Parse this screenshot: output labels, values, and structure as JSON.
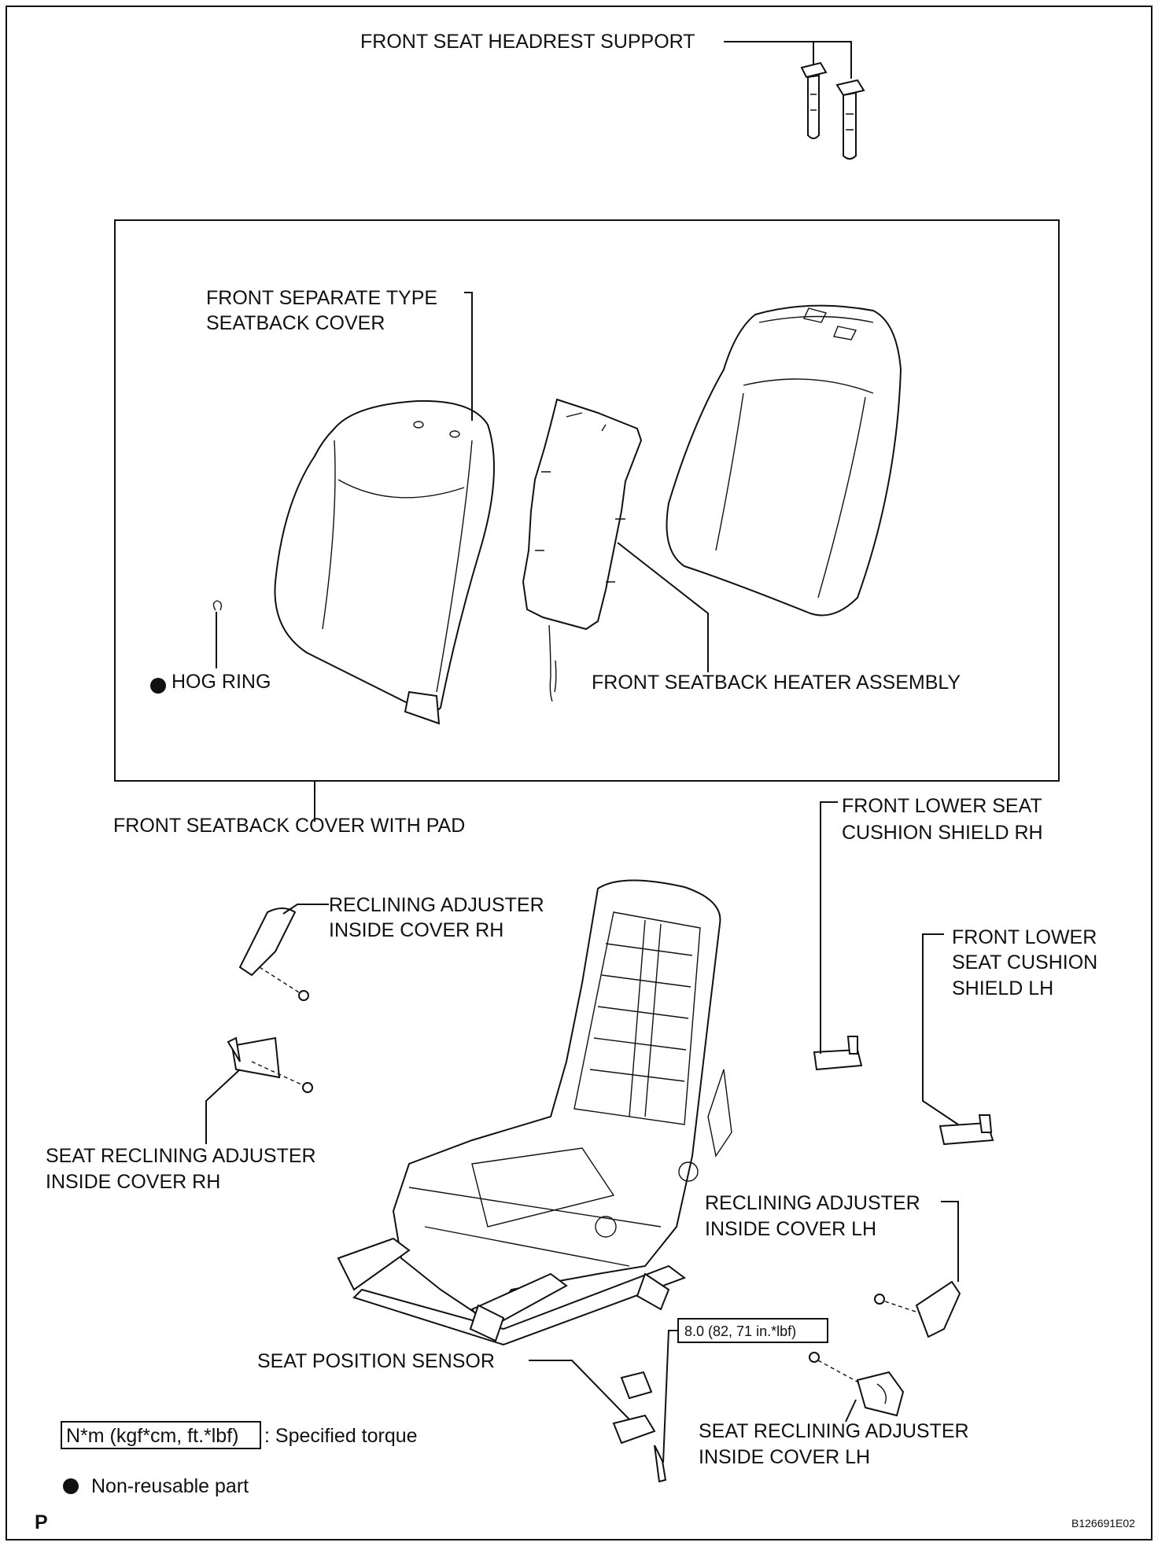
{
  "labels": {
    "headrest_support": "FRONT SEAT HEADREST SUPPORT",
    "seatback_cover_1": "FRONT SEPARATE TYPE",
    "seatback_cover_2": "SEATBACK COVER",
    "hog_ring": "HOG RING",
    "heater_assembly": "FRONT SEATBACK HEATER ASSEMBLY",
    "cover_with_pad": "FRONT SEATBACK COVER WITH PAD",
    "lower_shield_rh_1": "FRONT LOWER SEAT",
    "lower_shield_rh_2": "CUSHION SHIELD RH",
    "lower_shield_lh_1": "FRONT LOWER",
    "lower_shield_lh_2": "SEAT CUSHION",
    "lower_shield_lh_3": "SHIELD LH",
    "recl_adj_rh_1": "RECLINING ADJUSTER",
    "recl_adj_rh_2": "INSIDE COVER RH",
    "seat_recl_adj_rh_1": "SEAT RECLINING ADJUSTER",
    "seat_recl_adj_rh_2": "INSIDE COVER RH",
    "recl_adj_lh_1": "RECLINING ADJUSTER",
    "recl_adj_lh_2": "INSIDE COVER LH",
    "seat_position_sensor": "SEAT POSITION SENSOR",
    "seat_recl_adj_lh_1": "SEAT RECLINING ADJUSTER",
    "seat_recl_adj_lh_2": "INSIDE COVER LH"
  },
  "torque": {
    "value": "8.0 (82, 71 in.*lbf)"
  },
  "legend": {
    "torque_unit": "N*m (kgf*cm, ft.*lbf)",
    "torque_desc": ": Specified torque",
    "non_reusable": "Non-reusable part"
  },
  "footer": {
    "page_letter": "P",
    "figure_code": "B126691E02"
  }
}
